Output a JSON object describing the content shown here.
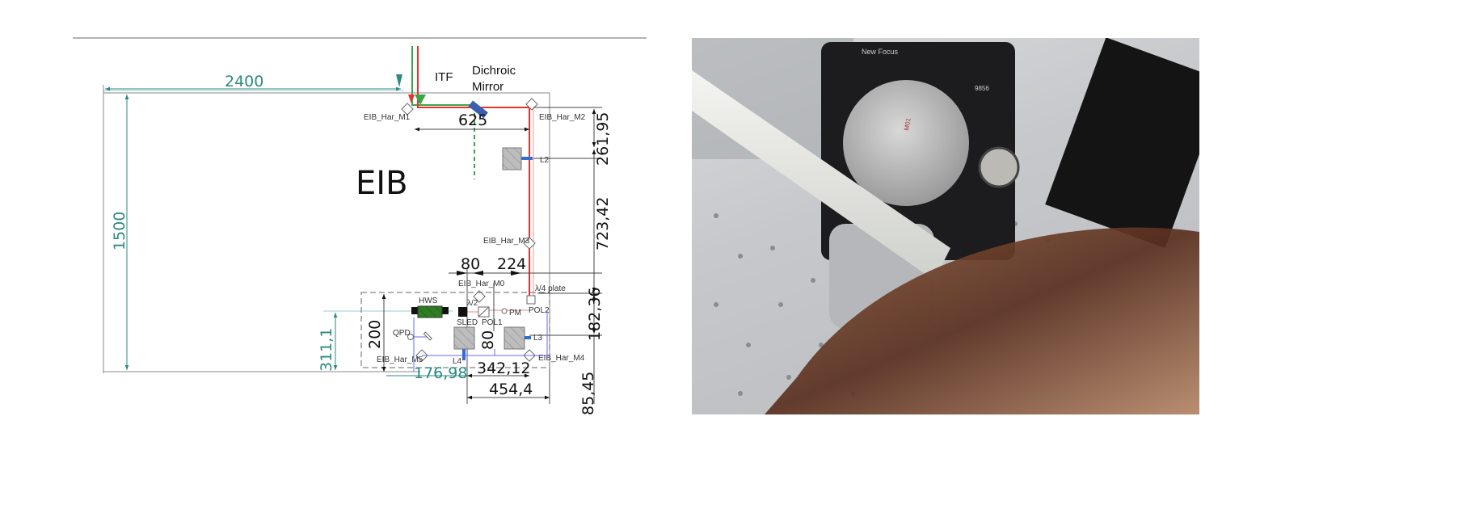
{
  "diagram": {
    "title": "EIB",
    "labels": {
      "itf": "ITF",
      "dichroic_line1": "Dichroic",
      "dichroic_line2": "Mirror",
      "m1": "EIB_Har_M1",
      "m2": "EIB_Har_M2",
      "m3": "EIB_Har_M3",
      "m0": "EIB_Har_M0",
      "m4": "EIB_Har_M4",
      "m5": "EIB_Har_M5",
      "l2": "L2",
      "l3": "L3",
      "l4": "L4",
      "qwp": "λ/4 plate",
      "hwp": "λ/2",
      "hws": "HWS",
      "sled": "SLED",
      "pm": "PM",
      "pol1": "POL1",
      "pol2": "POL2",
      "qpd": "QPD"
    },
    "dimensions": {
      "width_total": "2400",
      "height_total": "1500",
      "d625": "625",
      "d261": "261,95",
      "d723": "723,42",
      "d182": "182,36",
      "d85": "85,45",
      "d80a": "80",
      "d224": "224",
      "d80b": "80",
      "d200": "200",
      "d311": "311,1",
      "d176": "176,98",
      "d342": "342,12",
      "d454": "454,4"
    },
    "colors": {
      "teal": "#2c8a80",
      "red_beam": "#e8312a",
      "green_beam": "#3aa64a",
      "blue_optic": "#2f6fd0"
    }
  },
  "photo": {
    "mount_brand": "New Focus",
    "mount_model": "9856",
    "mirror_label": "M01"
  }
}
